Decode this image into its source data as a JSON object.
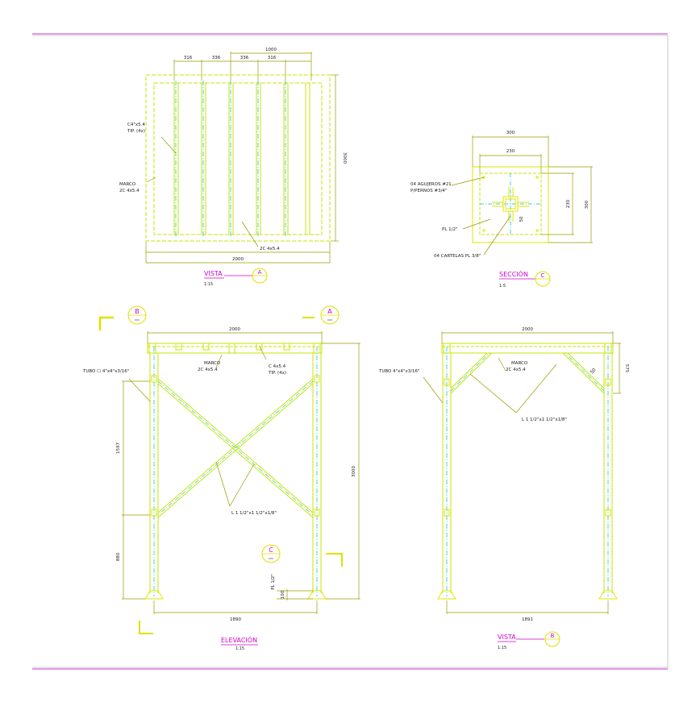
{
  "colors": {
    "frame": "#c8e600",
    "member": "#e2e600",
    "axis": "#00c0c0",
    "dim": "#9a9a00",
    "title": "#d000d0",
    "bubble": "#e0e000",
    "text": "#222222",
    "border": "#cc33cc"
  },
  "plan": {
    "dim_total_top": "1000",
    "dims_top": [
      "316",
      "336",
      "336",
      "316"
    ],
    "dim_right": "3000",
    "dim_bottom": "2000",
    "label_c": [
      "C4\"x5.4",
      "TIP. (4x)"
    ],
    "label_marco": [
      "MARCO",
      "2C 4x5.4"
    ],
    "label_2c": "2C 4x5.4",
    "title": "VISTA",
    "scale": "1:15",
    "tag": "A"
  },
  "section": {
    "dim_300": "300",
    "dim_230": "230",
    "dim_v230": "230",
    "dim_v300": "300",
    "dim_50": "50",
    "label_holes": [
      "04 AGUJEROS #21",
      "P/PERNOS #3/4\""
    ],
    "label_pl": "PL 1/2\"",
    "label_cartelas": "04 CARTELAS PL 3/8\"",
    "title": "SECCIÓN",
    "scale": "1:5",
    "tag": "C"
  },
  "elevation": {
    "tag_b": "B",
    "tag_a": "A",
    "tag_c": "C",
    "dim_top": "2000",
    "dim_right": "3000",
    "dim_left_upper": "1597",
    "dim_left_lower": "880",
    "dim_bottom": "1890",
    "dim_pl": "100",
    "label_tubo": "TUBO ☐ 4\"x4\"x3/16\"",
    "label_marco": [
      "MARCO",
      "2C 4x5.4"
    ],
    "label_c": [
      "C 4x5.4",
      "TIP. (4x)"
    ],
    "label_angle": "L 1 1/2\"x1 1/2\"x1/8\"",
    "label_pl": "PL 1/2\"",
    "title": "ELEVACIÓN",
    "scale": "1:15"
  },
  "side": {
    "dim_top": "2000",
    "dim_right": "575",
    "dim_bottom": "1891",
    "dim_angle": "50",
    "label_tubo": "TUBO   4\"x4\"x3/16\"",
    "label_marco": [
      "MARCO",
      "2C 4x5.4"
    ],
    "label_angle": "L 1 1/2\"x1 1/2\"x1/8\"",
    "title": "VISTA",
    "scale": "1:15",
    "tag": "B"
  }
}
